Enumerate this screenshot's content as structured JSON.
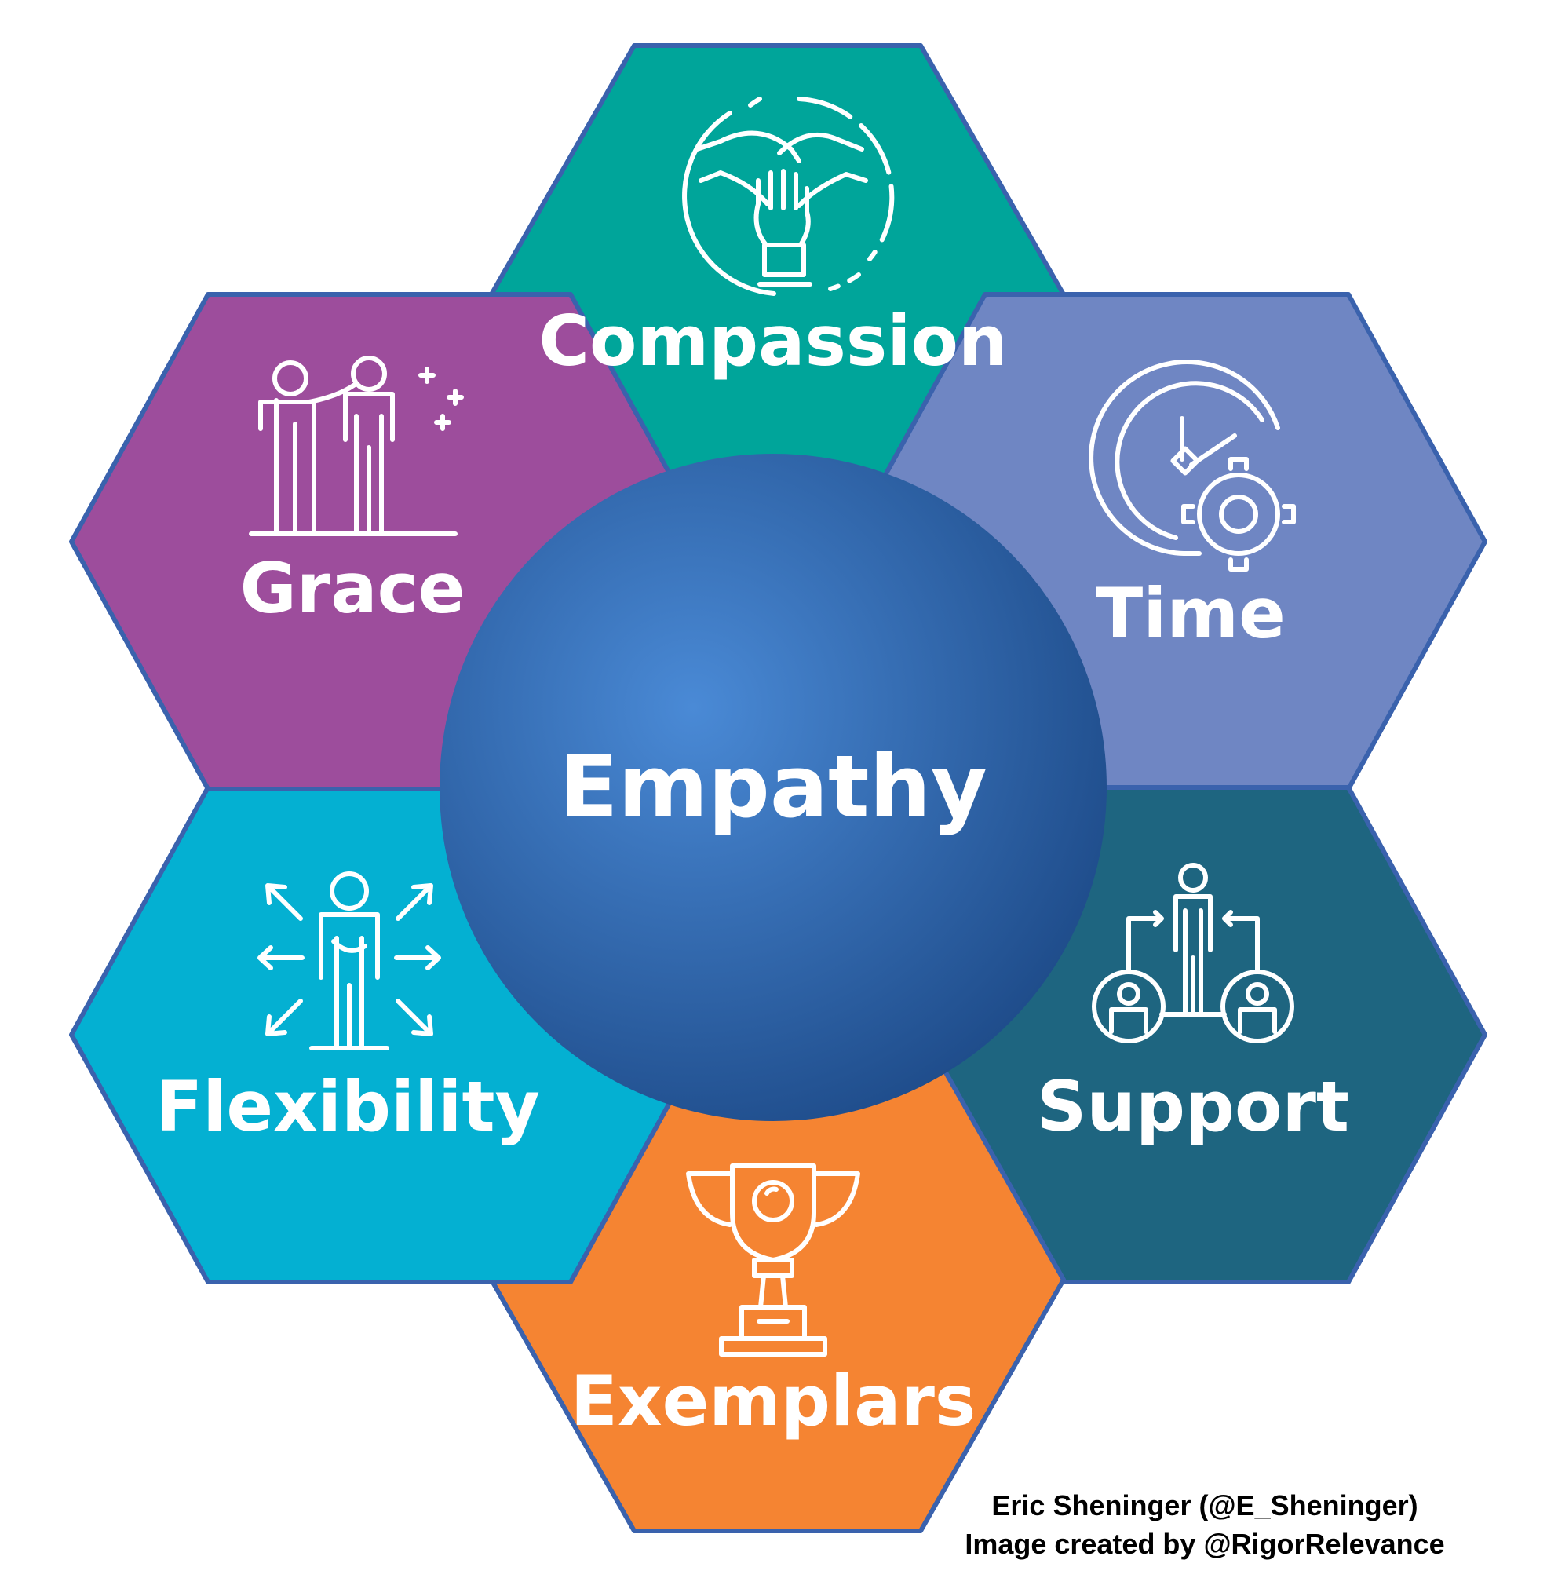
{
  "center": {
    "label": "Empathy"
  },
  "cells": [
    {
      "id": "compassion",
      "label": "Compassion",
      "icon": "hands-together-icon",
      "color": "#00a59a"
    },
    {
      "id": "time",
      "label": "Time",
      "icon": "clock-gear-icon",
      "color": "#6f86c3"
    },
    {
      "id": "support",
      "label": "Support",
      "icon": "people-network-icon",
      "color": "#1e6580"
    },
    {
      "id": "exemplars",
      "label": "Exemplars",
      "icon": "trophy-icon",
      "color": "#f58432"
    },
    {
      "id": "flexibility",
      "label": "Flexibility",
      "icon": "person-arrows-icon",
      "color": "#04b0d2"
    },
    {
      "id": "grace",
      "label": "Grace",
      "icon": "mentor-people-icon",
      "color": "#9d4d9c"
    }
  ],
  "colors": {
    "border": "#3a62ad",
    "center_light": "#4a8ad6",
    "center_dark": "#1d4a88"
  },
  "credits": {
    "line1": "Eric Sheninger (@E_Sheninger)",
    "line2": "Image created by @RigorRelevance"
  }
}
